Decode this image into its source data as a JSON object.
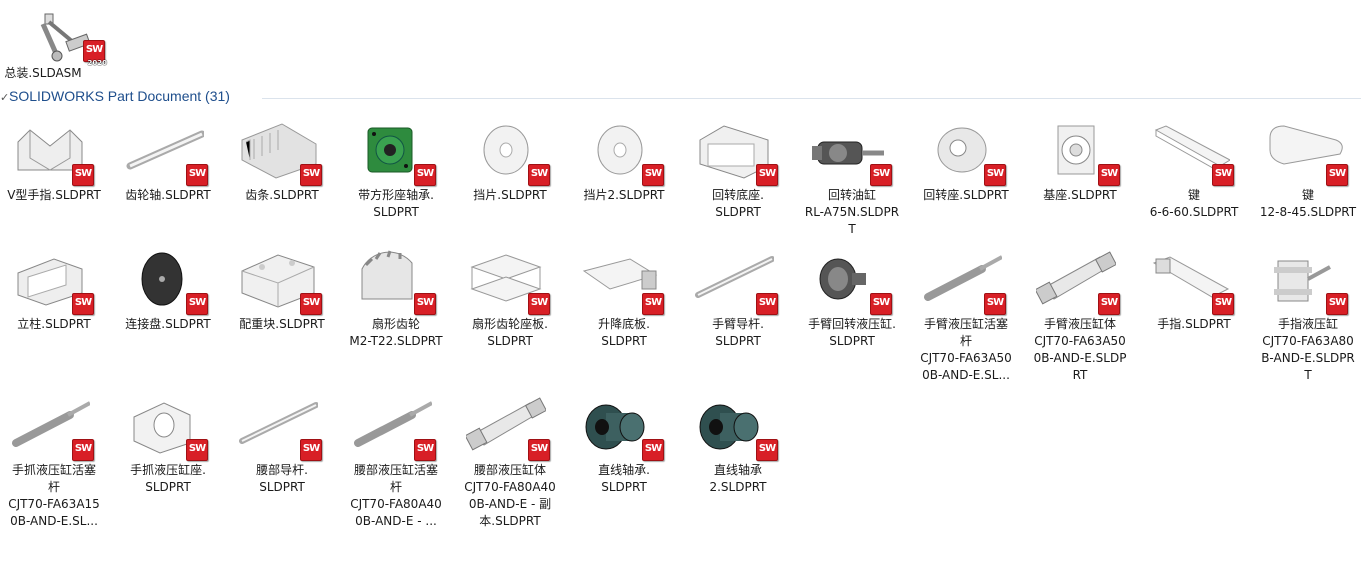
{
  "assembly": {
    "label": "总装.SLDASM",
    "badge": "SW",
    "year": "2020"
  },
  "group": {
    "chevron": "✓",
    "title": "SOLIDWORKS Part Document (31)"
  },
  "badge_text": "SW",
  "parts": [
    {
      "label": "V型手指.SLDPRT",
      "icon": "v-finger-icon"
    },
    {
      "label": "齿轮轴.SLDPRT",
      "icon": "gear-shaft-icon"
    },
    {
      "label": "齿条.SLDPRT",
      "icon": "rack-icon"
    },
    {
      "label": "带方形座轴承.\nSLDPRT",
      "icon": "square-bearing-icon"
    },
    {
      "label": "挡片.SLDPRT",
      "icon": "washer-icon"
    },
    {
      "label": "挡片2.SLDPRT",
      "icon": "washer-icon"
    },
    {
      "label": "回转底座.\nSLDPRT",
      "icon": "rotary-base-icon"
    },
    {
      "label": "回转油缸\nRL-A75N.SLDPR\nT",
      "icon": "rotary-cylinder-icon"
    },
    {
      "label": "回转座.SLDPRT",
      "icon": "rotary-seat-icon"
    },
    {
      "label": "基座.SLDPRT",
      "icon": "base-icon"
    },
    {
      "label": "键\n6-6-60.SLDPRT",
      "icon": "key-bar-icon"
    },
    {
      "label": "键\n12-8-45.SLDPRT",
      "icon": "key-block-icon"
    },
    {
      "label": "立柱.SLDPRT",
      "icon": "column-icon"
    },
    {
      "label": "连接盘.SLDPRT",
      "icon": "disc-icon"
    },
    {
      "label": "配重块.SLDPRT",
      "icon": "counterweight-icon"
    },
    {
      "label": "扇形齿轮\nM2-T22.SLDPRT",
      "icon": "sector-gear-icon"
    },
    {
      "label": "扇形齿轮座板.\nSLDPRT",
      "icon": "gear-plate-icon"
    },
    {
      "label": "升降底板.\nSLDPRT",
      "icon": "lift-plate-icon"
    },
    {
      "label": "手臂导杆.\nSLDPRT",
      "icon": "rod-icon"
    },
    {
      "label": "手臂回转液压缸.\nSLDPRT",
      "icon": "hydraulic-rotor-icon"
    },
    {
      "label": "手臂液压缸活塞\n杆\nCJT70-FA63A50\n0B-AND-E.SL...",
      "icon": "piston-rod-icon"
    },
    {
      "label": "手臂液压缸体\nCJT70-FA63A50\n0B-AND-E.SLDP\nRT",
      "icon": "cylinder-body-icon"
    },
    {
      "label": "手指.SLDPRT",
      "icon": "finger-icon"
    },
    {
      "label": "手指液压缸\nCJT70-FA63A80\nB-AND-E.SLDPR\nT",
      "icon": "finger-cylinder-icon"
    },
    {
      "label": "手抓液压缸活塞\n杆\nCJT70-FA63A15\n0B-AND-E.SL...",
      "icon": "piston-rod-icon"
    },
    {
      "label": "手抓液压缸座.\nSLDPRT",
      "icon": "cylinder-seat-icon"
    },
    {
      "label": "腰部导杆.\nSLDPRT",
      "icon": "rod-icon"
    },
    {
      "label": "腰部液压缸活塞\n杆\nCJT70-FA80A40\n0B-AND-E - ...",
      "icon": "piston-rod-icon"
    },
    {
      "label": "腰部液压缸体\nCJT70-FA80A40\n0B-AND-E - 副\n本.SLDPRT",
      "icon": "cylinder-body-icon"
    },
    {
      "label": "直线轴承.\nSLDPRT",
      "icon": "linear-bearing-icon"
    },
    {
      "label": "直线轴承\n2.SLDPRT",
      "icon": "linear-bearing-icon"
    }
  ]
}
